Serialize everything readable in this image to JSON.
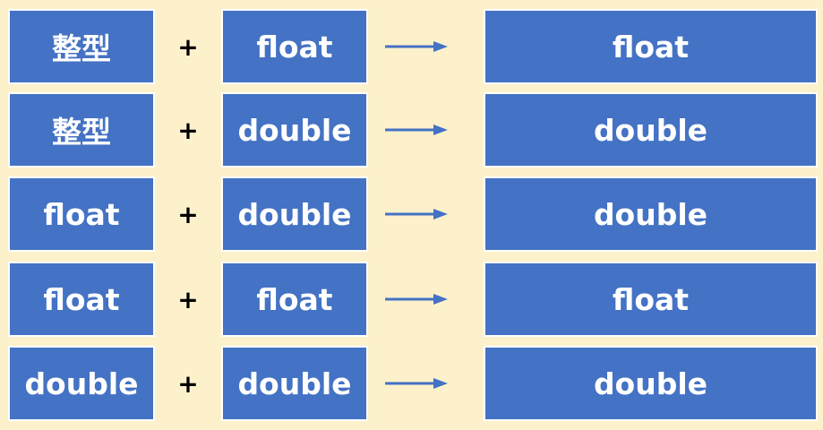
{
  "colors": {
    "background": "#fdf1cc",
    "box_fill": "#4472c4",
    "box_border": "#ffffff",
    "arrow": "#4472c4"
  },
  "operator": "+",
  "rows": [
    {
      "left": "整型",
      "right": "float",
      "result": "float"
    },
    {
      "left": "整型",
      "right": "double",
      "result": "double"
    },
    {
      "left": "float",
      "right": "double",
      "result": "double"
    },
    {
      "left": "float",
      "right": "float",
      "result": "float"
    },
    {
      "left": "double",
      "right": "double",
      "result": "double"
    }
  ]
}
